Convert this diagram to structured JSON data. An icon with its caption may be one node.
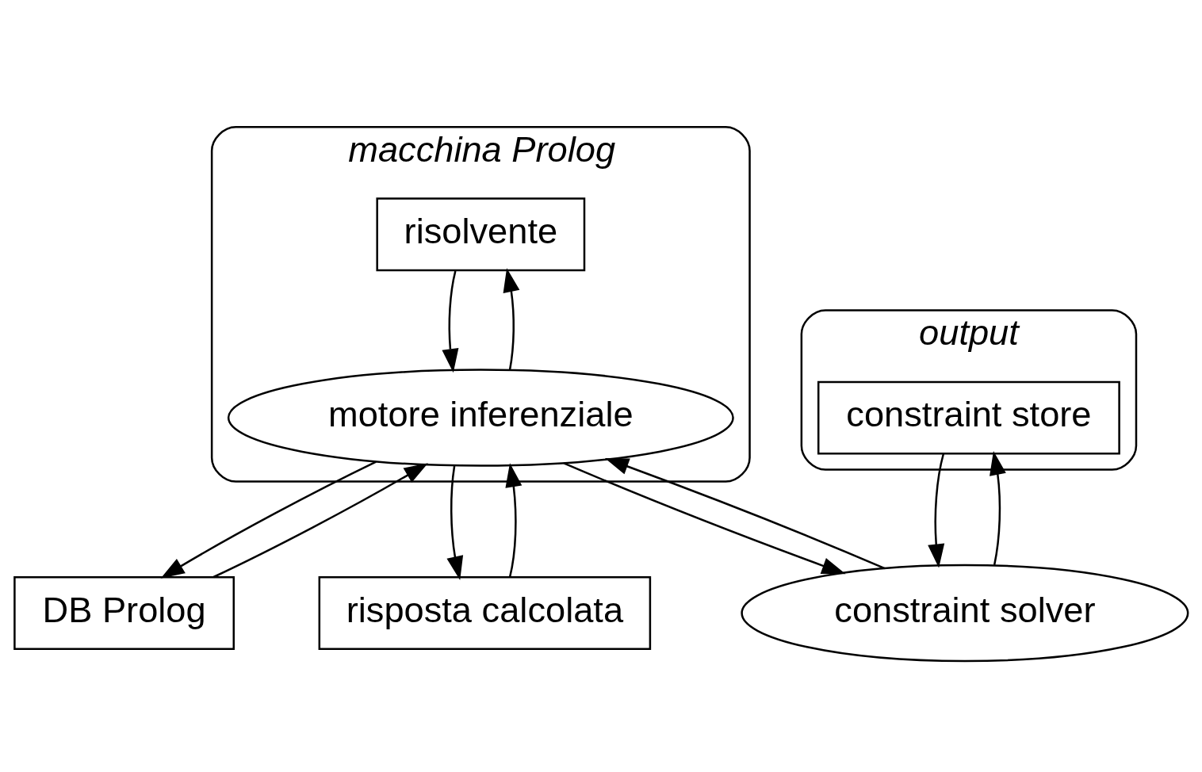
{
  "diagram": {
    "nodes": [
      {
        "text": [
          "macchina Prolog"
        ]
      },
      {
        "text": [
          "risolvente"
        ],
        "in": 0
      },
      {
        "text": [
          "DB Prolog"
        ]
      },
      {
        "text": [
          "motore inferenziale"
        ],
        "in": 0
      },
      {
        "text": [
          "constraint solver"
        ]
      },
      {
        "text": [
          "output"
        ]
      },
      {
        "text": [
          "risposta calcolata"
        ]
      },
      {
        "text": [
          "constraint store"
        ],
        "in": 5
      }
    ],
    "edges": [
      {
        "from": 3,
        "to": 1,
        "arrow": "to"
      },
      {
        "from": 1,
        "to": 3,
        "arrow": "to"
      },
      {
        "from": 3,
        "to": 2,
        "arrow": "to"
      },
      {
        "from": 2,
        "to": 3,
        "arrow": "to"
      },
      {
        "from": 4,
        "to": 3,
        "arrow": "to"
      },
      {
        "from": 3,
        "to": 4,
        "arrow": "to"
      },
      {
        "from": 3,
        "to": 6,
        "arrow": "to"
      },
      {
        "from": 6,
        "to": 3,
        "arrow": "to"
      },
      {
        "from": 4,
        "to": 7,
        "arrow": "to"
      },
      {
        "from": 7,
        "to": 4,
        "arrow": "to"
      }
    ]
  }
}
